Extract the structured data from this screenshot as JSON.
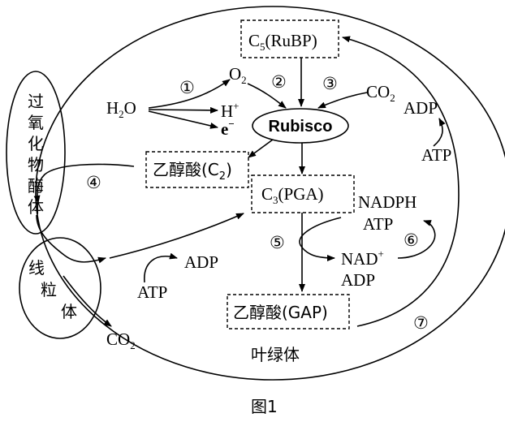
{
  "figure": {
    "caption": "图1",
    "chloroplast_label": "叶绿体",
    "peroxisome_chars": [
      "过",
      "氧",
      "化",
      "物",
      "酶",
      "体"
    ],
    "mitochondria_chars": [
      "线",
      "粒",
      "体"
    ]
  },
  "boxes": {
    "c5_main": "C",
    "c5_sub": "5",
    "c5_rest": "(RuBP)",
    "c2_pre": "乙醇酸(C",
    "c2_sub": "2",
    "c2_post": ")",
    "c3_main": "C",
    "c3_sub": "3",
    "c3_rest": "(PGA)",
    "gap": "乙醇酸(GAP)"
  },
  "enzyme": {
    "rubisco": "Rubisco"
  },
  "molecules": {
    "h2o_h": "H",
    "h2o_sub": "2",
    "h2o_o": "O",
    "o2_o": "O",
    "o2_sub": "2",
    "hplus": "H",
    "hplus_sup": "+",
    "eminus": "e",
    "eminus_sup": "−",
    "co2_top_main": "CO",
    "co2_top_sub": "2",
    "adp_top": "ADP",
    "atp_top": "ATP",
    "nadph": "NADPH",
    "atp_right": "ATP",
    "nad_main": "NAD",
    "nad_sup": "+",
    "adp_right": "ADP",
    "adp_mid": "ADP",
    "atp_mid": "ATP",
    "co2_bottom_main": "CO",
    "co2_bottom_sub": "2"
  },
  "steps": {
    "s1": "①",
    "s2": "②",
    "s3": "③",
    "s4": "④",
    "s5": "⑤",
    "s6": "⑥",
    "s7": "⑦"
  }
}
